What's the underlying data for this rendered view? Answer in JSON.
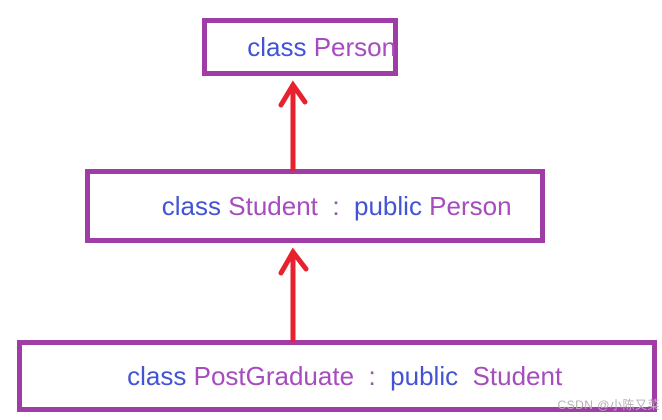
{
  "diagram": {
    "description": "C++ class inheritance diagram",
    "boxes": [
      {
        "id": "person",
        "segments": [
          {
            "text": "class ",
            "role": "keyword"
          },
          {
            "text": "Person",
            "role": "type"
          }
        ]
      },
      {
        "id": "student",
        "segments": [
          {
            "text": "class ",
            "role": "keyword"
          },
          {
            "text": "Student",
            "role": "type"
          },
          {
            "text": "  :  ",
            "role": "punct"
          },
          {
            "text": "public",
            "role": "keyword"
          },
          {
            "text": " Person",
            "role": "type"
          }
        ]
      },
      {
        "id": "postgraduate",
        "segments": [
          {
            "text": "class ",
            "role": "keyword"
          },
          {
            "text": "PostGraduate",
            "role": "type"
          },
          {
            "text": "  :  ",
            "role": "punct"
          },
          {
            "text": "public",
            "role": "keyword"
          },
          {
            "text": "  Student",
            "role": "type"
          }
        ]
      }
    ],
    "arrows": [
      {
        "name": "student-to-person",
        "direction": "up"
      },
      {
        "name": "postgraduate-to-student",
        "direction": "up"
      }
    ]
  },
  "watermark": {
    "text": "CSDN @小陈又菜"
  },
  "colors": {
    "background": "#ffffff",
    "border": "#a03ca6",
    "keyword": "#4254d4",
    "type": "#a64cbe",
    "punct": "#8b57a6",
    "arrow": "#e8212e",
    "watermark": "#b5aeb5"
  }
}
